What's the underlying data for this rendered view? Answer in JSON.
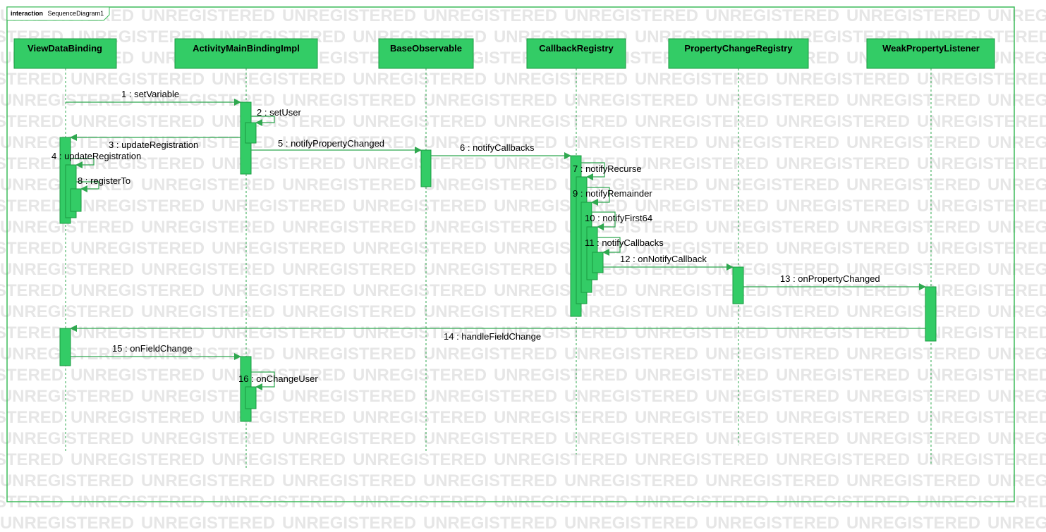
{
  "frame": {
    "kind": "interaction",
    "name": "SequenceDiagram1"
  },
  "watermark": "UNREGISTERED",
  "colors": {
    "green": "#33cc66",
    "green_dark": "#1a9a40",
    "line": "#2fa84f",
    "frame": "#3dbb5a"
  },
  "lifelines": [
    {
      "id": "vdb",
      "name": "ViewDataBinding"
    },
    {
      "id": "ambi",
      "name": "ActivityMainBindingImpl"
    },
    {
      "id": "bo",
      "name": "BaseObservable"
    },
    {
      "id": "cr",
      "name": "CallbackRegistry"
    },
    {
      "id": "pcr",
      "name": "PropertyChangeRegistry"
    },
    {
      "id": "wpl",
      "name": "WeakPropertyListener"
    }
  ],
  "messages": [
    {
      "from": "vdb",
      "to": "ambi",
      "label": "1 : setVariable"
    },
    {
      "from": "ambi",
      "to": "ambi",
      "label": "2 : setUser"
    },
    {
      "from": "ambi",
      "to": "vdb",
      "label": "3 : updateRegistration"
    },
    {
      "from": "vdb",
      "to": "vdb",
      "label": "4 : updateRegistration"
    },
    {
      "from": "ambi",
      "to": "bo",
      "label": "5 : notifyPropertyChanged"
    },
    {
      "from": "bo",
      "to": "cr",
      "label": "6 : notifyCallbacks"
    },
    {
      "from": "cr",
      "to": "cr",
      "label": "7 : notifyRecurse"
    },
    {
      "from": "vdb",
      "to": "vdb",
      "label": "8 : registerTo"
    },
    {
      "from": "cr",
      "to": "cr",
      "label": "9 : notifyRemainder"
    },
    {
      "from": "cr",
      "to": "cr",
      "label": "10 : notifyFirst64"
    },
    {
      "from": "cr",
      "to": "cr",
      "label": "11 : notifyCallbacks"
    },
    {
      "from": "cr",
      "to": "pcr",
      "label": "12 : onNotifyCallback"
    },
    {
      "from": "pcr",
      "to": "wpl",
      "label": "13 : onPropertyChanged"
    },
    {
      "from": "wpl",
      "to": "vdb",
      "label": "14 : handleFieldChange"
    },
    {
      "from": "vdb",
      "to": "ambi",
      "label": "15 : onFieldChange"
    },
    {
      "from": "ambi",
      "to": "ambi",
      "label": "16 : onChangeUser"
    }
  ]
}
